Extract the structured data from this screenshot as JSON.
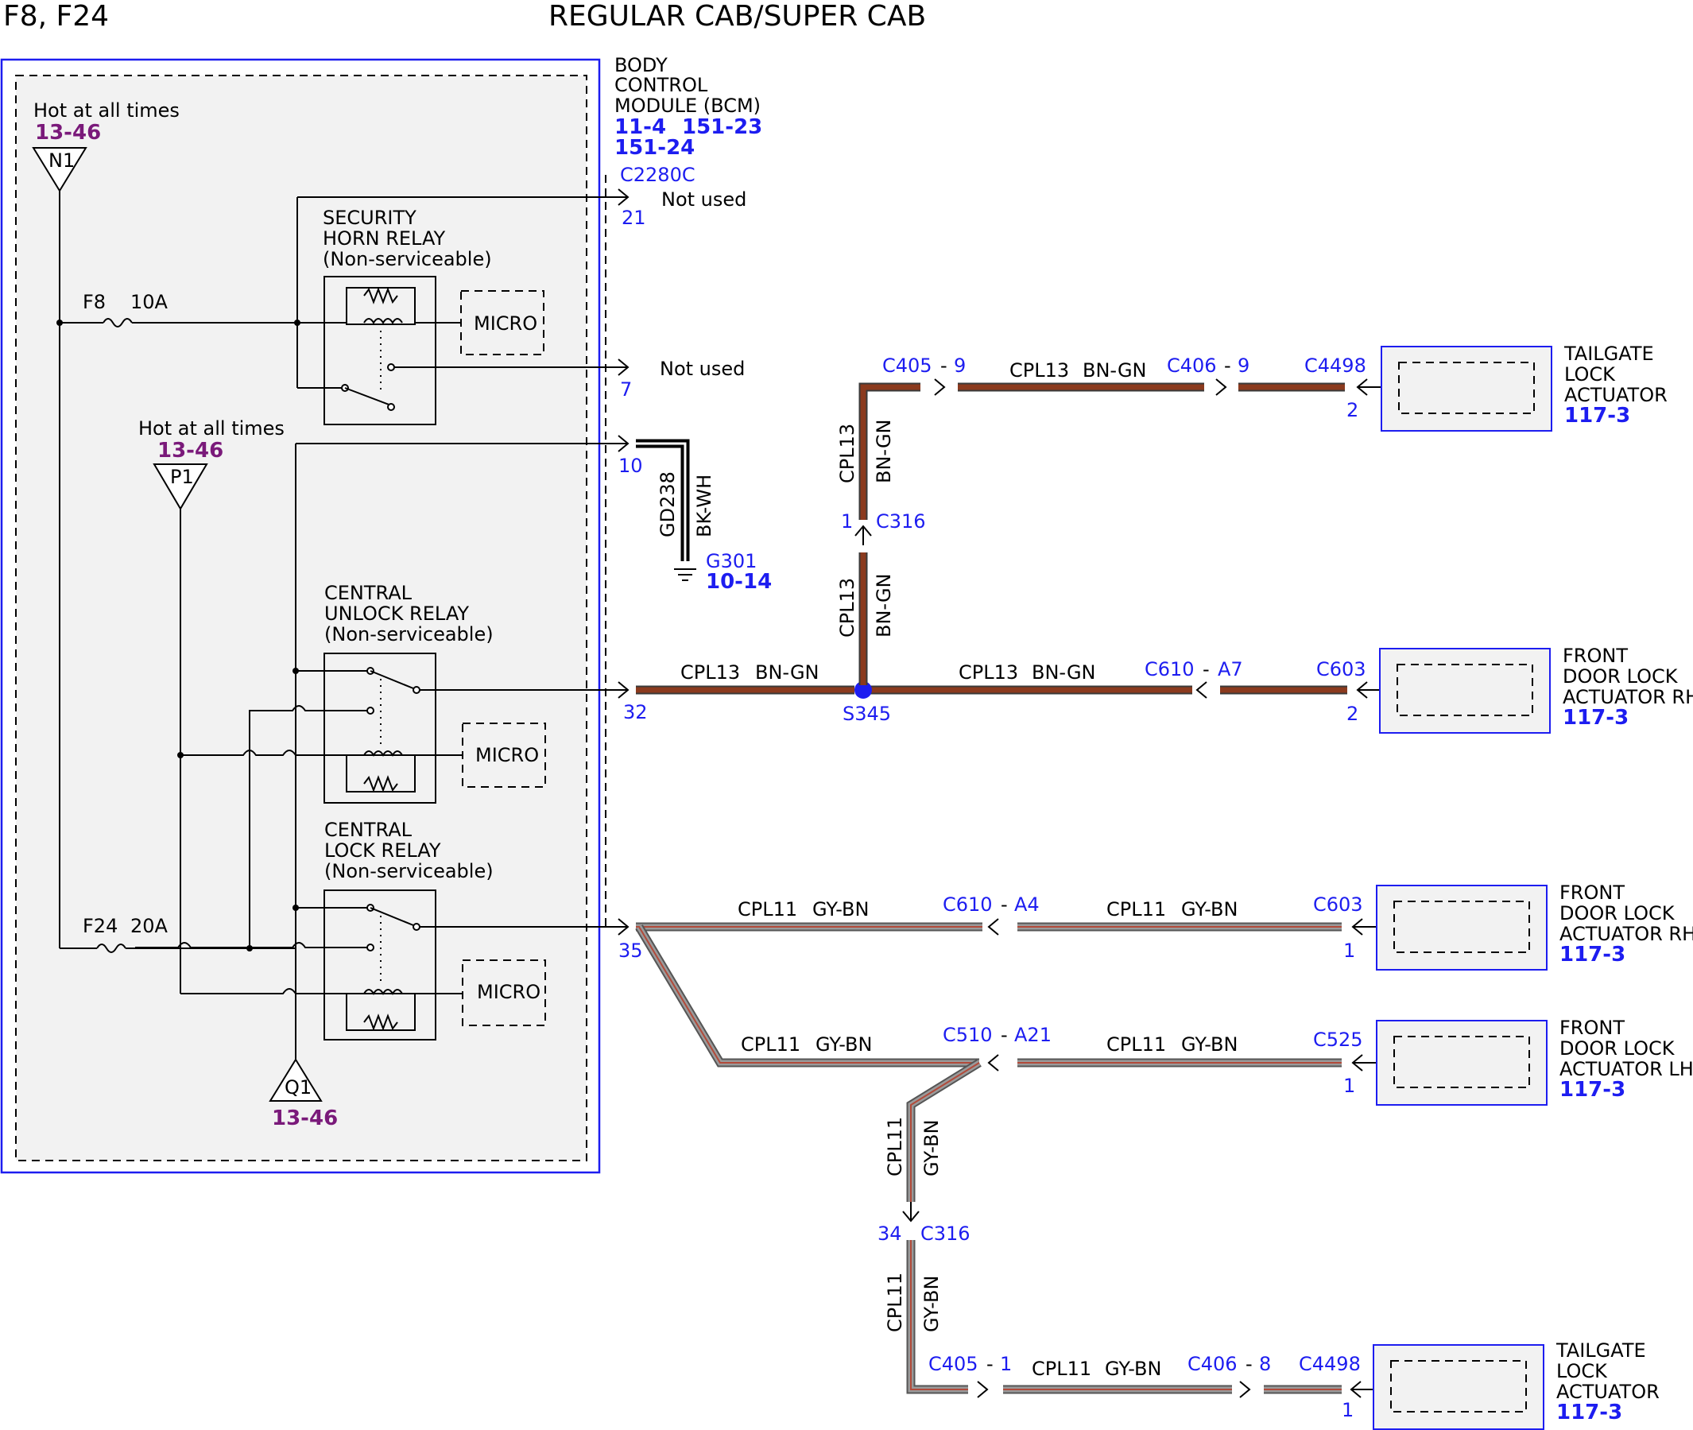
{
  "header": {
    "fuses": "F8, F24",
    "cab": "REGULAR CAB/SUPER CAB"
  },
  "bcm": {
    "name_line1": "BODY",
    "name_line2": "CONTROL",
    "name_line3": "MODULE (BCM)",
    "ref1": "11-4",
    "ref2": "151-23",
    "ref3": "151-24",
    "connector": "C2280C"
  },
  "power": {
    "hot_label": "Hot at all times",
    "n1_ref": "13-46",
    "n1": "N1",
    "p1_ref": "13-46",
    "p1": "P1",
    "q1": "Q1",
    "q1_ref": "13-46",
    "f8": "F8",
    "f8_amp": "10A",
    "f24": "F24",
    "f24_amp": "20A"
  },
  "relays": {
    "security": {
      "l1": "SECURITY",
      "l2": "HORN RELAY",
      "l3": "(Non-serviceable)"
    },
    "unlock": {
      "l1": "CENTRAL",
      "l2": "UNLOCK RELAY",
      "l3": "(Non-serviceable)"
    },
    "lock": {
      "l1": "CENTRAL",
      "l2": "LOCK RELAY",
      "l3": "(Non-serviceable)"
    },
    "micro": "MICRO"
  },
  "pins": {
    "p21": "21",
    "p7": "7",
    "p10": "10",
    "p32": "32",
    "p35": "35",
    "not_used": "Not used"
  },
  "ground": {
    "circuit": "GD238",
    "color": "BK-WH",
    "g": "G301",
    "ref": "10-14"
  },
  "circuits": {
    "cpl13": "CPL13",
    "bn_gn": "BN-GN",
    "cpl11": "CPL11",
    "gy_bn": "GY-BN"
  },
  "connectors": {
    "c405": "C405",
    "c405_9": "9",
    "c405_1": "1",
    "c406": "C406",
    "c406_9": "9",
    "c406_8": "8",
    "c4498": "C4498",
    "c316": "C316",
    "c316_1": "1",
    "c316_34": "34",
    "s345": "S345",
    "c610": "C610",
    "c610_a7": "A7",
    "c610_a4": "A4",
    "c603": "C603",
    "c510": "C510",
    "c510_a21": "A21",
    "c525": "C525",
    "dash": "-",
    "pin1": "1",
    "pin2": "2"
  },
  "components": {
    "tailgate": {
      "l1": "TAILGATE",
      "l2": "LOCK",
      "l3": "ACTUATOR",
      "ref": "117-3"
    },
    "front_rh": {
      "l1": "FRONT",
      "l2": "DOOR LOCK",
      "l3": "ACTUATOR RH",
      "ref": "117-3"
    },
    "front_lh": {
      "l1": "FRONT",
      "l2": "DOOR LOCK",
      "l3": "ACTUATOR LH",
      "ref": "117-3"
    }
  },
  "colors": {
    "connector_blue": "#1d1df0",
    "ref_purple": "#7a1a7a",
    "bn_gn": "#8b3a1e",
    "gy_bn": "#9a9a9a"
  }
}
